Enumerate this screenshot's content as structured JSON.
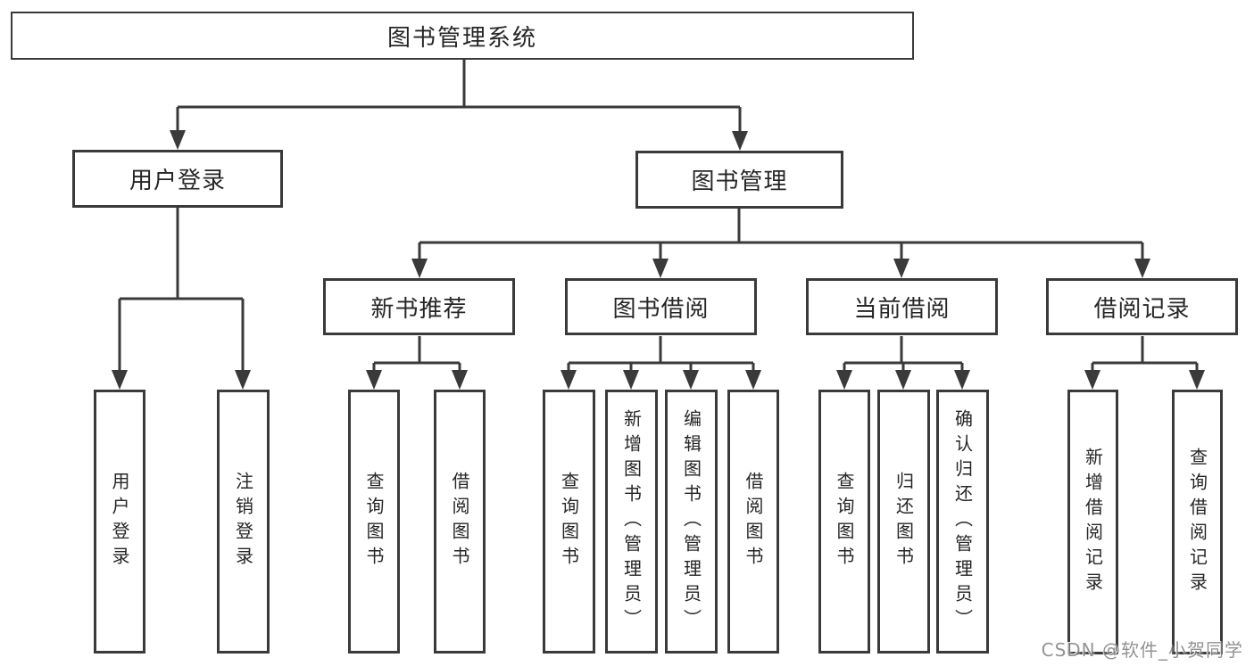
{
  "colors": {
    "line": "#3a3a3a",
    "box_border": "#3a3a3a",
    "text": "#262626",
    "watermark_gray": "#696969",
    "background": "#ffffff"
  },
  "diagram": {
    "root": "图书管理系统",
    "level2": [
      {
        "label": "用户登录"
      },
      {
        "label": "图书管理"
      }
    ],
    "login_children": [
      "用户登录",
      "注销登录"
    ],
    "modules": [
      {
        "label": "新书推荐",
        "children": [
          "查询图书",
          "借阅图书"
        ]
      },
      {
        "label": "图书借阅",
        "children": [
          "查询图书",
          "新增图书（管理员）",
          "编辑图书（管理员）",
          "借阅图书"
        ]
      },
      {
        "label": "当前借阅",
        "children": [
          "查询图书",
          "归还图书",
          "确认归还（管理员）"
        ]
      },
      {
        "label": "借阅记录",
        "children": [
          "新增借阅记录",
          "查询借阅记录"
        ]
      }
    ]
  },
  "watermark": {
    "text": "CSDN @软件_小贺同学"
  }
}
